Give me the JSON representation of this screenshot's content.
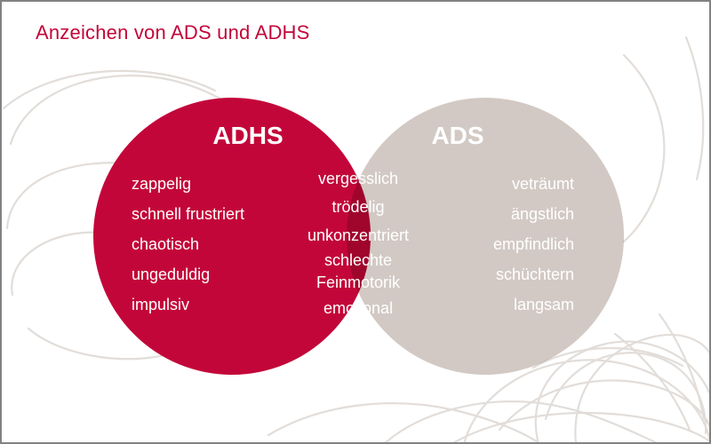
{
  "slide": {
    "title": "Anzeichen von ADS und ADHS",
    "border_color": "#828282",
    "background_color": "#ffffff",
    "doodle_color": "#E2DDD9"
  },
  "venn": {
    "left_circle": {
      "heading": "ADHS",
      "color": "#C30639",
      "terms": [
        "zappelig",
        "schnell frustriert",
        "chaotisch",
        "ungeduldig",
        "impulsiv"
      ]
    },
    "right_circle": {
      "heading": "ADS",
      "color": "#D2C9C4",
      "terms": [
        "veträumt",
        "ängstlich",
        "empfindlich",
        "schüchtern",
        "langsam"
      ]
    },
    "overlap": {
      "color": "#C07D8C",
      "terms": [
        "vergesslich",
        "trödelig",
        "unkonzentriert",
        "schlechte",
        "Feinmotorik",
        "emotional"
      ]
    }
  },
  "text_color": "#ffffff",
  "title_color": "#C30639"
}
